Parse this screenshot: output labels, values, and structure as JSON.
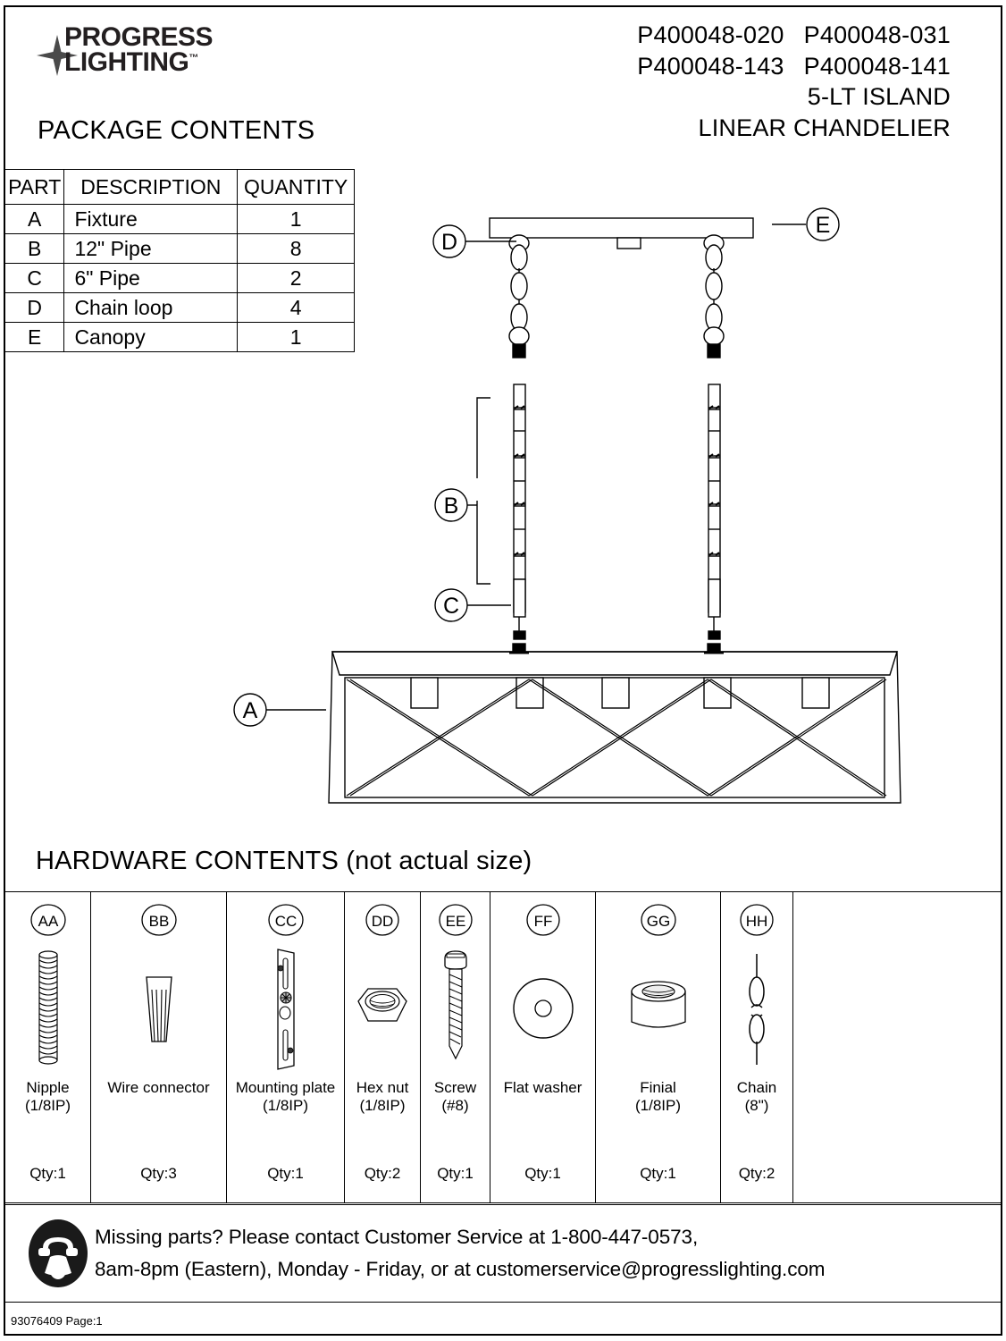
{
  "brand": {
    "line1": "PROGRESS",
    "line2": "LIGHTING",
    "tm": "™"
  },
  "header": {
    "codes_row1_left": "P400048-020",
    "codes_row1_right": "P400048-031",
    "codes_row2_left": "P400048-143",
    "codes_row2_right": "P400048-141",
    "product_line1": "5-LT ISLAND",
    "product_line2": "LINEAR CHANDELIER"
  },
  "package_contents": {
    "title": "PACKAGE CONTENTS",
    "columns": [
      "PART",
      "DESCRIPTION",
      "QUANTITY"
    ],
    "rows": [
      {
        "part": "A",
        "description": "Fixture",
        "quantity": "1"
      },
      {
        "part": "B",
        "description": "12\" Pipe",
        "quantity": "8"
      },
      {
        "part": "C",
        "description": "6\" Pipe",
        "quantity": "2"
      },
      {
        "part": "D",
        "description": "Chain loop",
        "quantity": "4"
      },
      {
        "part": "E",
        "description": "Canopy",
        "quantity": "1"
      }
    ]
  },
  "diagram": {
    "callouts": [
      {
        "id": "D",
        "target": "chain-loop"
      },
      {
        "id": "E",
        "target": "canopy"
      },
      {
        "id": "B",
        "target": "12in-pipe-stack"
      },
      {
        "id": "C",
        "target": "6in-pipe"
      },
      {
        "id": "A",
        "target": "fixture"
      }
    ]
  },
  "hardware_contents": {
    "title": "HARDWARE CONTENTS (not actual size)",
    "items": [
      {
        "code": "AA",
        "icon": "nipple-icon",
        "name": "Nipple",
        "spec": "(1/8IP)",
        "qty": "Qty:1"
      },
      {
        "code": "BB",
        "icon": "wire-connector-icon",
        "name": "Wire connector",
        "spec": "",
        "qty": "Qty:3"
      },
      {
        "code": "CC",
        "icon": "mounting-plate-icon",
        "name": "Mounting plate",
        "spec": "(1/8IP)",
        "qty": "Qty:1"
      },
      {
        "code": "DD",
        "icon": "hex-nut-icon",
        "name": "Hex nut",
        "spec": "(1/8IP)",
        "qty": "Qty:2"
      },
      {
        "code": "EE",
        "icon": "screw-icon",
        "name": "Screw",
        "spec": "(#8)",
        "qty": "Qty:1"
      },
      {
        "code": "FF",
        "icon": "flat-washer-icon",
        "name": "Flat washer",
        "spec": "",
        "qty": "Qty:1"
      },
      {
        "code": "GG",
        "icon": "finial-icon",
        "name": "Finial",
        "spec": "(1/8IP)",
        "qty": "Qty:1"
      },
      {
        "code": "HH",
        "icon": "chain-icon",
        "name": "Chain",
        "spec": "(8\")",
        "qty": "Qty:2"
      }
    ]
  },
  "footer": {
    "line1": "Missing parts? Please contact Customer Service at 1-800-447-0573,",
    "line2": "8am-8pm (Eastern), Monday - Friday,  or at customerservice@progresslighting.com",
    "doc_id": "93076409 Page:1"
  },
  "colors": {
    "ink": "#000000",
    "logo": "#231f20",
    "paper": "#ffffff"
  }
}
